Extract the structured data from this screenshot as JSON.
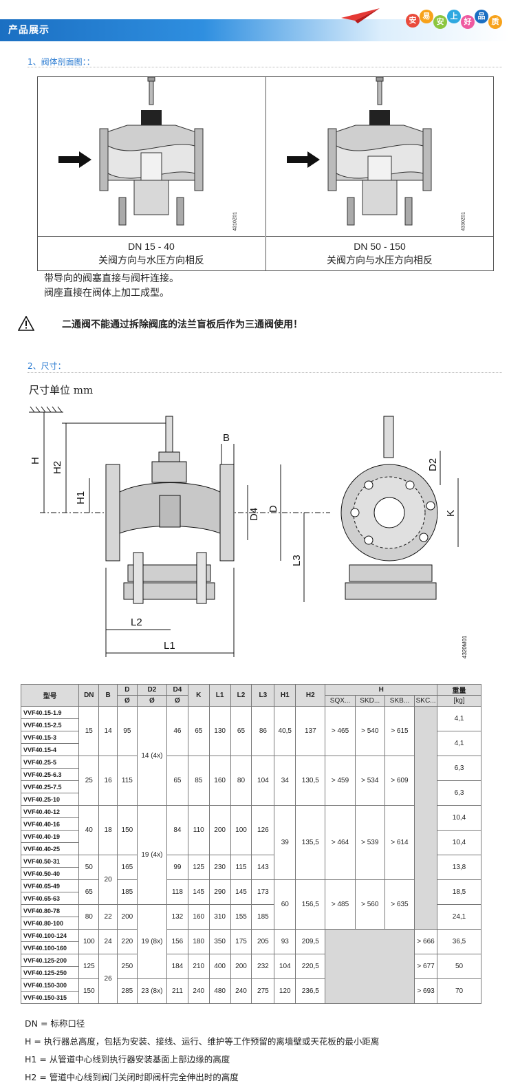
{
  "header": {
    "title": "产品展示",
    "slogan": [
      "安",
      "易",
      "安",
      "上",
      "好",
      "品",
      "质"
    ],
    "slogan_colors": [
      "#e94b3c",
      "#f7a21b",
      "#8cc63f",
      "#2fa8e0",
      "#ef5aa0",
      "#1b6fc2",
      "#f7a21b"
    ]
  },
  "section1": {
    "title": "1、阀体剖面图：：",
    "left": {
      "dn": "DN 15 - 40",
      "desc": "关阀方向与水压方向相反",
      "code": "4310Z01"
    },
    "right": {
      "dn": "DN 50 - 150",
      "desc": "关阀方向与水压方向相反",
      "code": "4330Z01"
    },
    "line1": "带导向的阀塞直接与阀杆连接。",
    "line2": "阀座直接在阀体上加工成型。",
    "warning": "二通阀不能通过拆除阀底的法兰盲板后作为三通阀使用！"
  },
  "section2": {
    "title": "2、尺寸：",
    "unit": "尺寸单位 mm",
    "labels": {
      "H": "H",
      "H2": "H2",
      "H1": "H1",
      "B": "B",
      "D4": "D4",
      "D": "D",
      "L3": "L3",
      "L2": "L2",
      "L1": "L1",
      "D2": "D2",
      "K": "K",
      "code": "4320M01"
    }
  },
  "table": {
    "headers": {
      "model": "型号",
      "dn": "DN",
      "b": "B",
      "d": "D",
      "d2": "D2",
      "d4": "D4",
      "k": "K",
      "l1": "L1",
      "l2": "L2",
      "l3": "L3",
      "h1": "H1",
      "h2": "H2",
      "h": "H",
      "weight": "重量",
      "dia": "Ø",
      "sqx": "SQX...",
      "skd": "SKD...",
      "skb": "SKB...",
      "skc": "SKC...",
      "kg": "[kg]"
    },
    "models": [
      "VVF40.15-1.9",
      "VVF40.15-2.5",
      "VVF40.15-3",
      "VVF40.15-4",
      "VVF40.25-5",
      "VVF40.25-6.3",
      "VVF40.25-7.5",
      "VVF40.25-10",
      "VVF40.40-12",
      "VVF40.40-16",
      "VVF40.40-19",
      "VVF40.40-25",
      "VVF40.50-31",
      "VVF40.50-40",
      "VVF40.65-49",
      "VVF40.65-63",
      "VVF40.80-78",
      "VVF40.80-100",
      "VVF40.100-124",
      "VVF40.100-160",
      "VVF40.125-200",
      "VVF40.125-250",
      "VVF40.150-300",
      "VVF40.150-315"
    ],
    "g15": {
      "dn": "15",
      "b": "14",
      "d": "95",
      "d4": "46",
      "k": "65",
      "l1": "130",
      "l2": "65",
      "l3": "86",
      "h1": "40,5",
      "h2": "137",
      "sqx": "> 465",
      "skd": "> 540",
      "skb": "> 615",
      "w1": "4,1",
      "w2": "4,1"
    },
    "g25": {
      "dn": "25",
      "b": "16",
      "d": "115",
      "d4": "65",
      "k": "85",
      "l1": "160",
      "l2": "80",
      "l3": "104",
      "h1": "34",
      "h2": "130,5",
      "sqx": "> 459",
      "skd": "> 534",
      "skb": "> 609",
      "w1": "6,3",
      "w2": "6,3"
    },
    "d2_a": "14 (4x)",
    "g40": {
      "dn": "40",
      "b": "18",
      "d": "150",
      "d4": "84",
      "k": "110",
      "l1": "200",
      "l2": "100",
      "l3": "126",
      "w1": "10,4",
      "w2": "10,4"
    },
    "h40_50": {
      "h1": "39",
      "h2": "135,5",
      "sqx": "> 464",
      "skd": "> 539",
      "skb": "> 614"
    },
    "d2_b": "19 (4x)",
    "g50": {
      "dn": "50",
      "d": "165",
      "d4": "99",
      "k": "125",
      "l1": "230",
      "l2": "115",
      "l3": "143",
      "w": "13,8"
    },
    "b50_65": "20",
    "g65": {
      "dn": "65",
      "d": "185",
      "d4": "118",
      "k": "145",
      "l1": "290",
      "l2": "145",
      "l3": "173",
      "w": "18,5"
    },
    "h65_80": {
      "h1": "60",
      "h2": "156,5",
      "sqx": "> 485",
      "skd": "> 560",
      "skb": "> 635"
    },
    "g80": {
      "dn": "80",
      "b": "22",
      "d": "200",
      "d4": "132",
      "k": "160",
      "l1": "310",
      "l2": "155",
      "l3": "185",
      "w": "24,1"
    },
    "d2_c": "19 (8x)",
    "g100": {
      "dn": "100",
      "b": "24",
      "d": "220",
      "d4": "156",
      "k": "180",
      "l1": "350",
      "l2": "175",
      "l3": "205",
      "h1": "93",
      "h2": "209,5",
      "skc": "> 666",
      "w": "36,5"
    },
    "g125": {
      "dn": "125",
      "d": "250",
      "d4": "184",
      "k": "210",
      "l1": "400",
      "l2": "200",
      "l3": "232",
      "h1": "104",
      "h2": "220,5",
      "skc": "> 677",
      "w": "50"
    },
    "b125_150": "26",
    "g150": {
      "dn": "150",
      "d": "285",
      "d2": "23 (8x)",
      "d4": "211",
      "k": "240",
      "l1": "480",
      "l2": "240",
      "l3": "275",
      "h1": "120",
      "h2": "236,5",
      "skc": "> 693",
      "w": "70"
    }
  },
  "notes": [
    "DN = 标称口径",
    "H = 执行器总高度，包括为安装、接线、运行、维护等工作预留的离墙壁或天花板的最小距离",
    "H1 = 从管道中心线到执行器安装基面上部边缘的高度",
    "H2 = 管道中心线到阀门关闭时即阀杆完全伸出时的高度"
  ]
}
